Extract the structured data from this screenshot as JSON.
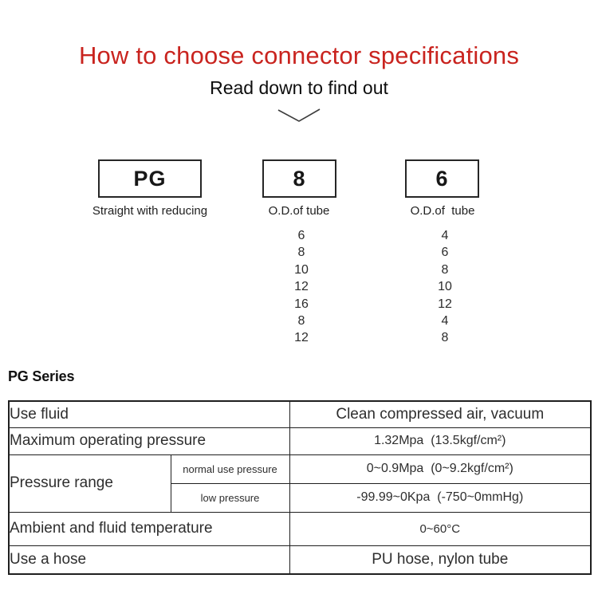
{
  "header": {
    "title": "How to choose connector specifications",
    "subtitle": "Read down to find out"
  },
  "code_breakdown": {
    "segments": [
      {
        "code": "PG",
        "caption": "Straight with reducing",
        "options": []
      },
      {
        "code": "8",
        "caption": "O.D.of tube",
        "options": [
          "6",
          "8",
          "10",
          "12",
          "16",
          "8",
          "12"
        ]
      },
      {
        "code": "6",
        "caption": "O.D.of  tube",
        "options": [
          "4",
          "6",
          "8",
          "10",
          "12",
          "4",
          "8"
        ]
      }
    ]
  },
  "series_heading": "PG Series",
  "spec_table": {
    "rows": [
      {
        "label": "Use fluid",
        "value": "Clean compressed air, vacuum",
        "shaded": true
      },
      {
        "label": "Maximum operating pressure",
        "value": "1.32Mpa  (13.5kgf/cm²)",
        "shaded": false
      },
      {
        "label": "Pressure range",
        "sub_label": "normal use pressure",
        "value": "0~0.9Mpa  (0~9.2kgf/cm²)",
        "shaded": true
      },
      {
        "label": "Pressure range",
        "sub_label": "low pressure",
        "value": "-99.99~0Kpa  (-750~0mmHg)",
        "shaded": false
      },
      {
        "label": "Ambient and fluid temperature",
        "value": "0~60°C",
        "shaded": true
      },
      {
        "label": "Use a hose",
        "value": "PU hose, nylon tube",
        "shaded": false
      }
    ]
  },
  "colors": {
    "accent_red": "#c9241f",
    "row_shade": "#f2e9da",
    "border": "#1f1f1f"
  }
}
